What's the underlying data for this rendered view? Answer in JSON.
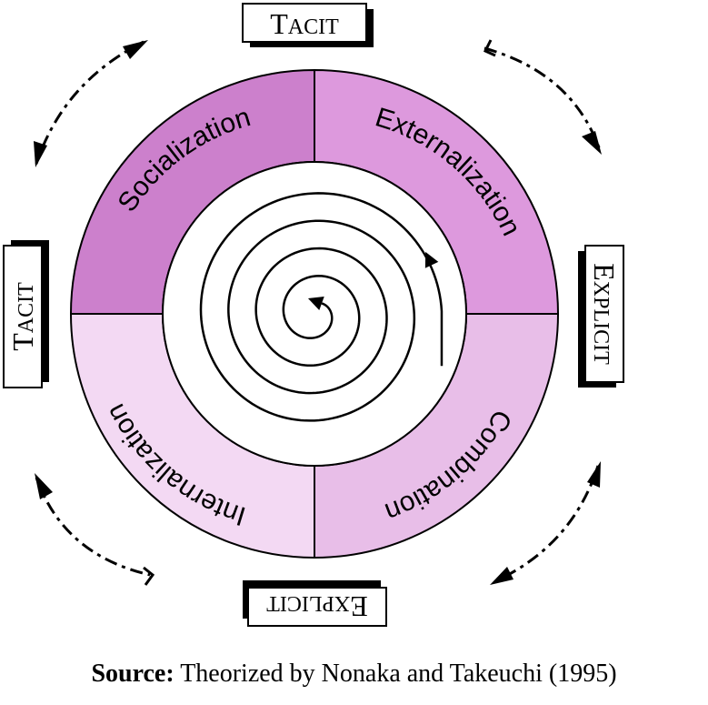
{
  "colors": {
    "socialization": "#cc80cc",
    "externalization": "#dd99dd",
    "combination": "#e8bee8",
    "internalization": "#f3d9f3",
    "outline": "#000000",
    "shadow": "#000000"
  },
  "quadrants": {
    "socialization": "Socialization",
    "externalization": "Externalization",
    "combination": "Combination",
    "internalization": "Internalization"
  },
  "boxes": {
    "top": {
      "initial": "T",
      "rest": "ACIT"
    },
    "left": {
      "initial": "T",
      "rest": "ACIT"
    },
    "right": {
      "initial": "E",
      "rest": "XPLICIT"
    },
    "bottom": {
      "initial": "E",
      "rest": "XPLICIT"
    }
  },
  "caption": {
    "label": "Source:",
    "text": "Theorized by Nonaka and Takeuchi (1995)"
  }
}
